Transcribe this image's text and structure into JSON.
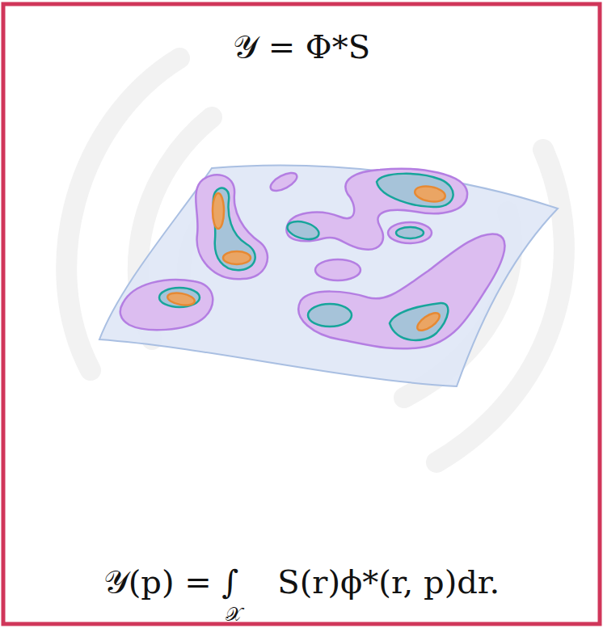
{
  "diagram": {
    "labels": [
      "𝒴 = Φ*S",
      "𝒴(p) = ∫",
      "𝒳",
      "S(r)ϕ*(r, p)dr."
    ]
  }
}
